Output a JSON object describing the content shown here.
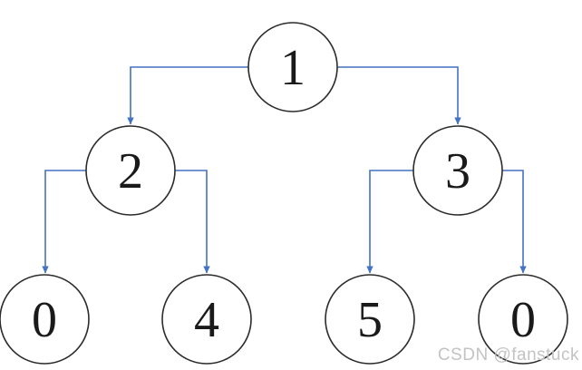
{
  "diagram": {
    "type": "binary-tree",
    "tree": {
      "nodes": [
        {
          "id": "root",
          "label": "1",
          "level": 1
        },
        {
          "id": "left",
          "label": "2",
          "level": 2
        },
        {
          "id": "right",
          "label": "3",
          "level": 2
        },
        {
          "id": "left-left",
          "label": "0",
          "level": 3
        },
        {
          "id": "left-right",
          "label": "4",
          "level": 3
        },
        {
          "id": "right-left",
          "label": "5",
          "level": 3
        },
        {
          "id": "right-right",
          "label": "0",
          "level": 3
        }
      ],
      "edges": [
        {
          "from": "root",
          "to": "left"
        },
        {
          "from": "root",
          "to": "right"
        },
        {
          "from": "left",
          "to": "left-left"
        },
        {
          "from": "left",
          "to": "left-right"
        },
        {
          "from": "right",
          "to": "right-left"
        },
        {
          "from": "right",
          "to": "right-right"
        }
      ]
    },
    "colors": {
      "edge": "#4472c4",
      "node_stroke": "#2b2b2b",
      "node_fill": "#ffffff",
      "label": "#1a1a1a"
    }
  },
  "watermark": {
    "text": "CSDN @fanstuck",
    "color": "#c3c3c3"
  }
}
